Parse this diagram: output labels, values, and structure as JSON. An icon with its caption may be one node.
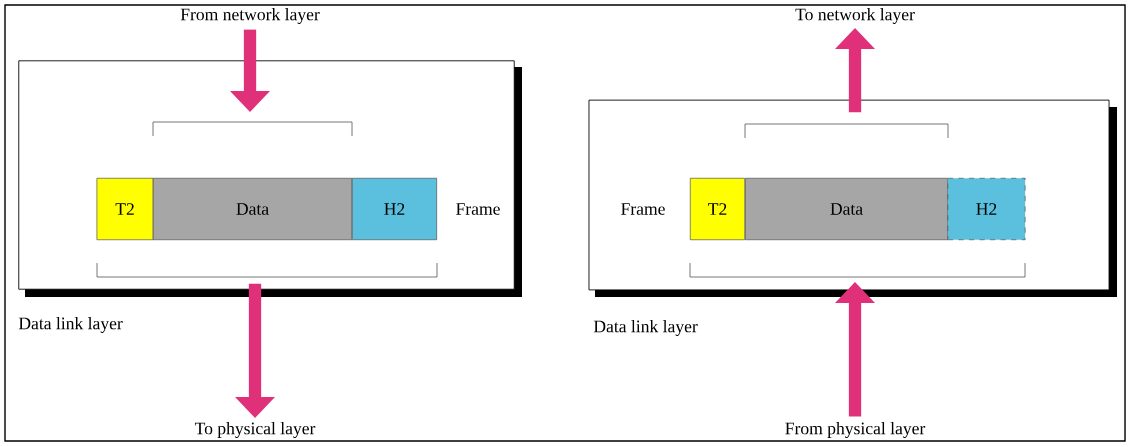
{
  "diagram": {
    "nodes": [
      {
        "text": [
          "Data link layer"
        ]
      },
      {
        "text": [
          "T2"
        ],
        "in": 0
      },
      {
        "text": [
          "Data"
        ],
        "in": 0
      },
      {
        "text": [
          "H2"
        ],
        "in": 0
      },
      {
        "text": [
          "From network layer"
        ]
      },
      {
        "text": [
          "To physical layer"
        ]
      },
      {
        "text": [
          "Data link layer"
        ]
      },
      {
        "text": [
          "T2"
        ],
        "in": 6
      },
      {
        "text": [
          "Data"
        ],
        "in": 6
      },
      {
        "text": [
          "H2"
        ],
        "in": 6
      },
      {
        "text": [
          "To network layer"
        ]
      },
      {
        "text": [
          "From physical layer"
        ]
      }
    ],
    "edges": [
      {
        "from": 4,
        "to": null,
        "arrow": "to"
      },
      {
        "from": 0,
        "to": 5,
        "arrow": "to"
      },
      {
        "from": 6,
        "to": 10,
        "arrow": "to"
      },
      {
        "from": 11,
        "to": 6,
        "arrow": "to"
      }
    ],
    "labels": [
      "Frame",
      "Frame"
    ]
  }
}
